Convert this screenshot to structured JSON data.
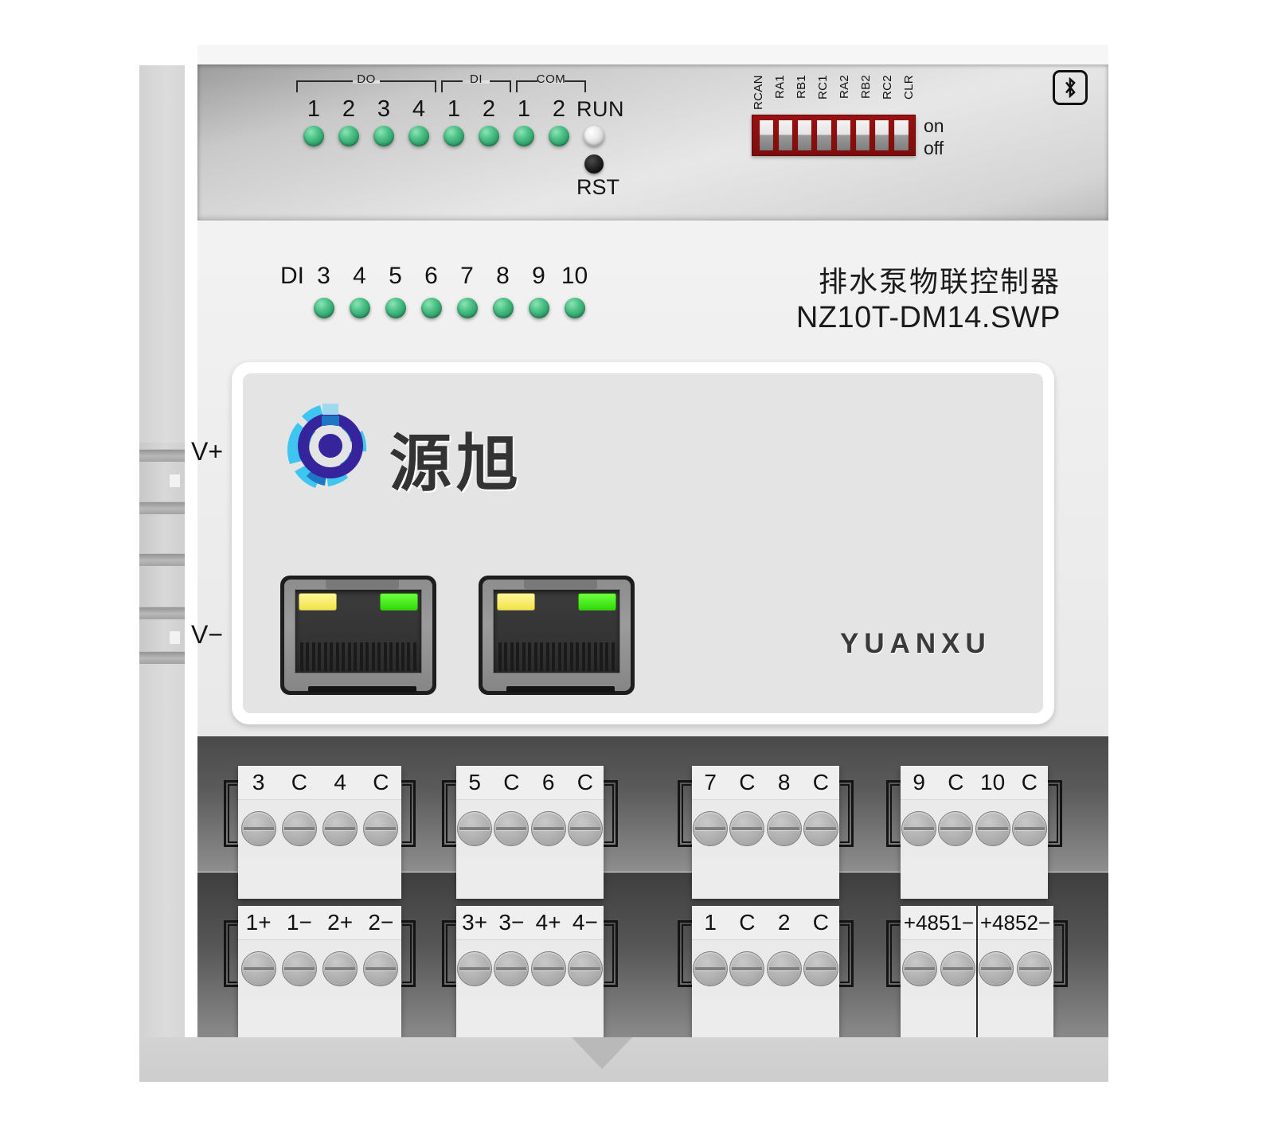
{
  "device": {
    "product_name_cn": "排水泵物联控制器",
    "model": "NZ10T-DM14.SWP",
    "brand_cn": "源旭",
    "brand_en": "YUANXU",
    "bluetooth_icon": "bluetooth-icon"
  },
  "top_panel": {
    "led_groups": [
      {
        "bracket_label": "DO",
        "leds": [
          {
            "num": "1",
            "state": "green"
          },
          {
            "num": "2",
            "state": "green"
          },
          {
            "num": "3",
            "state": "green"
          },
          {
            "num": "4",
            "state": "green"
          }
        ]
      },
      {
        "bracket_label": "DI",
        "leds": [
          {
            "num": "1",
            "state": "green"
          },
          {
            "num": "2",
            "state": "green"
          }
        ]
      },
      {
        "bracket_label": "COM",
        "leds": [
          {
            "num": "1",
            "state": "green"
          },
          {
            "num": "2",
            "state": "green"
          }
        ]
      }
    ],
    "run_label": "RUN",
    "run_state": "off",
    "reset_label": "RST"
  },
  "dip_switch": {
    "labels": [
      "RCAN",
      "RA1",
      "RB1",
      "RC1",
      "RA2",
      "RB2",
      "RC2",
      "CLR"
    ],
    "positions": [
      "off",
      "off",
      "off",
      "off",
      "off",
      "off",
      "off",
      "off"
    ],
    "on_label": "on",
    "off_label": "off",
    "body_color": "#8d0f0f"
  },
  "di_row": {
    "tag": "DI",
    "channels": [
      "3",
      "4",
      "5",
      "6",
      "7",
      "8",
      "9",
      "10"
    ]
  },
  "power_rail": {
    "positive_label": "V+",
    "negative_label": "V−"
  },
  "ports": {
    "rj45": [
      {
        "name": "ethernet-port-1",
        "led_left": "yellow",
        "led_right": "green"
      },
      {
        "name": "ethernet-port-2",
        "led_left": "yellow",
        "led_right": "green"
      }
    ]
  },
  "terminals": {
    "top_row": [
      {
        "name": "terminal-block-di3-di4",
        "pins": [
          "3",
          "C",
          "4",
          "C"
        ]
      },
      {
        "name": "terminal-block-di5-di6",
        "pins": [
          "5",
          "C",
          "6",
          "C"
        ]
      },
      {
        "name": "terminal-block-di7-di8",
        "pins": [
          "7",
          "C",
          "8",
          "C"
        ]
      },
      {
        "name": "terminal-block-di9-di10",
        "pins": [
          "9",
          "C",
          "10",
          "C"
        ]
      }
    ],
    "bottom_row": [
      {
        "name": "terminal-block-ai1-ai2",
        "pins": [
          "1+",
          "1−",
          "2+",
          "2−"
        ]
      },
      {
        "name": "terminal-block-ai3-ai4",
        "pins": [
          "3+",
          "3−",
          "4+",
          "4−"
        ]
      },
      {
        "name": "terminal-block-do1-do2",
        "pins": [
          "1",
          "C",
          "2",
          "C"
        ]
      },
      {
        "name": "terminal-block-rs485",
        "pins": [
          "+4851−",
          "+4852−"
        ],
        "split": true
      }
    ]
  },
  "colors": {
    "led_green": "#3cae74",
    "led_off": "#dcdcdc",
    "dip_red": "#8d0f0f",
    "port_led_yellow": "#f2e247",
    "port_led_green": "#2fdb09",
    "logo_purple": "#35249b",
    "logo_blue": "#1f76c4",
    "logo_cyan": "#3ec6f0"
  }
}
